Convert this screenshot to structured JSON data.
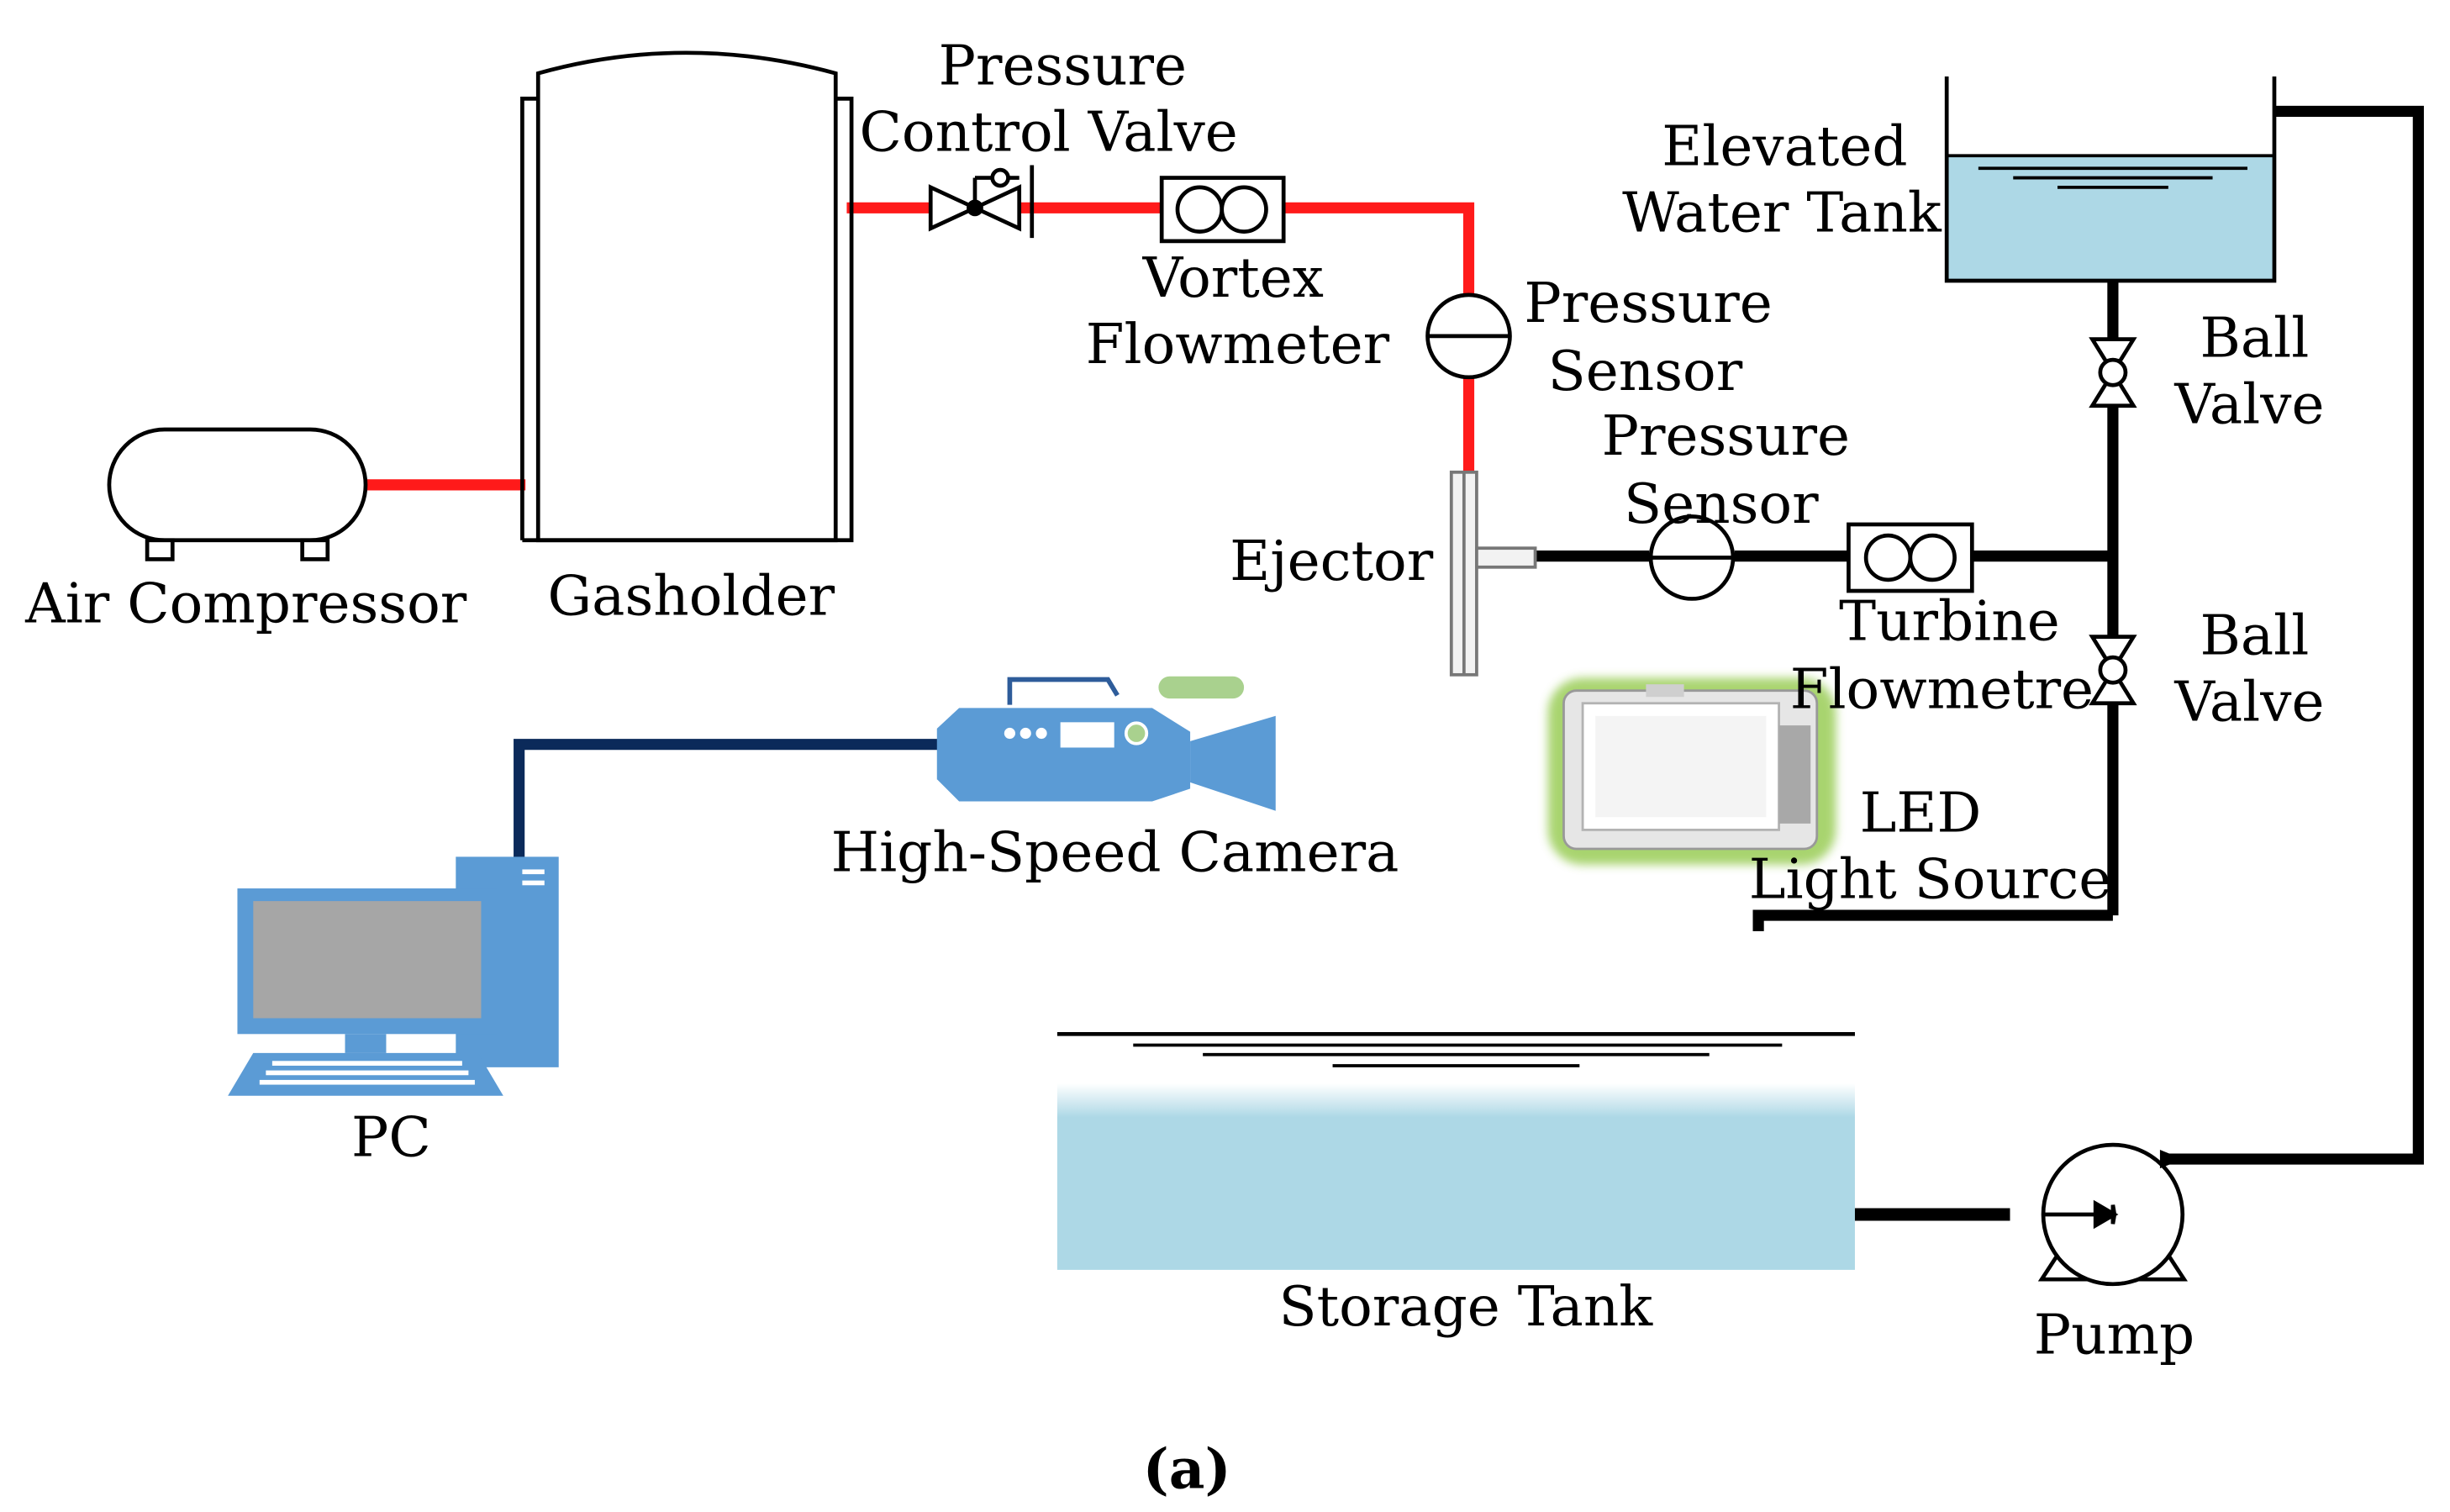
{
  "diagram": {
    "labels": {
      "pressure_control_valve_1": "Pressure",
      "pressure_control_valve_2": "Control Valve",
      "vortex_flowmeter_1": "Vortex",
      "vortex_flowmeter_2": "Flowmeter",
      "elevated_tank_1": "Elevated",
      "elevated_tank_2": "Water Tank",
      "pressure_sensor_a_1": "Pressure",
      "pressure_sensor_a_2": "Sensor",
      "pressure_sensor_b_1": "Pressure",
      "pressure_sensor_b_2": "Sensor",
      "ball_valve_top_1": "Ball",
      "ball_valve_top_2": "Valve",
      "ball_valve_bottom_1": "Ball",
      "ball_valve_bottom_2": "Valve",
      "air_compressor": "Air Compressor",
      "gasholder": "Gasholder",
      "ejector": "Ejector",
      "turbine_flowmeter_1": "Turbine",
      "turbine_flowmeter_2": "Flowmetre",
      "led_1": "LED",
      "led_2": "Light Source",
      "high_speed_camera": "High-Speed Camera",
      "pc": "PC",
      "storage_tank": "Storage Tank",
      "pump": "Pump"
    },
    "caption": "(a)",
    "colors": {
      "gas_line": "#ff1a1a",
      "water_line": "#000000",
      "signal_line": "#0b2a5a",
      "device_blue": "#5b9bd5",
      "water_fill": "#add8e6",
      "screen_gray": "#a6a6a6",
      "led_glow": "#8cc63f"
    }
  }
}
